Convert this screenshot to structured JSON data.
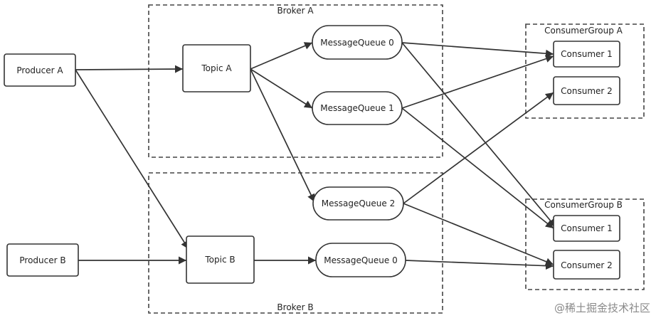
{
  "containers": {
    "broker_a": "Broker A",
    "broker_b": "Broker B",
    "consumer_group_a": "ConsumerGroup A",
    "consumer_group_b": "ConsumerGroup B"
  },
  "nodes": {
    "producer_a": "Producer A",
    "producer_b": "Producer B",
    "topic_a": "Topic A",
    "topic_b": "Topic B",
    "mq_a0": "MessageQueue 0",
    "mq_a1": "MessageQueue 1",
    "mq_a2": "MessageQueue 2",
    "mq_b0": "MessageQueue 0",
    "cga_consumer1": "Consumer 1",
    "cga_consumer2": "Consumer 2",
    "cgb_consumer1": "Consumer 1",
    "cgb_consumer2": "Consumer 2"
  },
  "edges": [
    {
      "from": "producer_a",
      "to": "topic_a"
    },
    {
      "from": "producer_a",
      "to": "topic_b"
    },
    {
      "from": "producer_b",
      "to": "topic_b"
    },
    {
      "from": "topic_a",
      "to": "mq_a0"
    },
    {
      "from": "topic_a",
      "to": "mq_a1"
    },
    {
      "from": "topic_a",
      "to": "mq_a2"
    },
    {
      "from": "topic_b",
      "to": "mq_b0"
    },
    {
      "from": "mq_a0",
      "to": "cga_consumer1"
    },
    {
      "from": "mq_a0",
      "to": "cgb_consumer1"
    },
    {
      "from": "mq_a1",
      "to": "cga_consumer1"
    },
    {
      "from": "mq_a1",
      "to": "cgb_consumer1"
    },
    {
      "from": "mq_a2",
      "to": "cga_consumer2"
    },
    {
      "from": "mq_a2",
      "to": "cgb_consumer2"
    },
    {
      "from": "mq_b0",
      "to": "cgb_consumer2"
    }
  ],
  "watermark": "@稀土掘金技术社区",
  "colors": {
    "stroke": "#333333",
    "container_stroke": "#444444",
    "fill": "#ffffff",
    "text": "#222222"
  }
}
